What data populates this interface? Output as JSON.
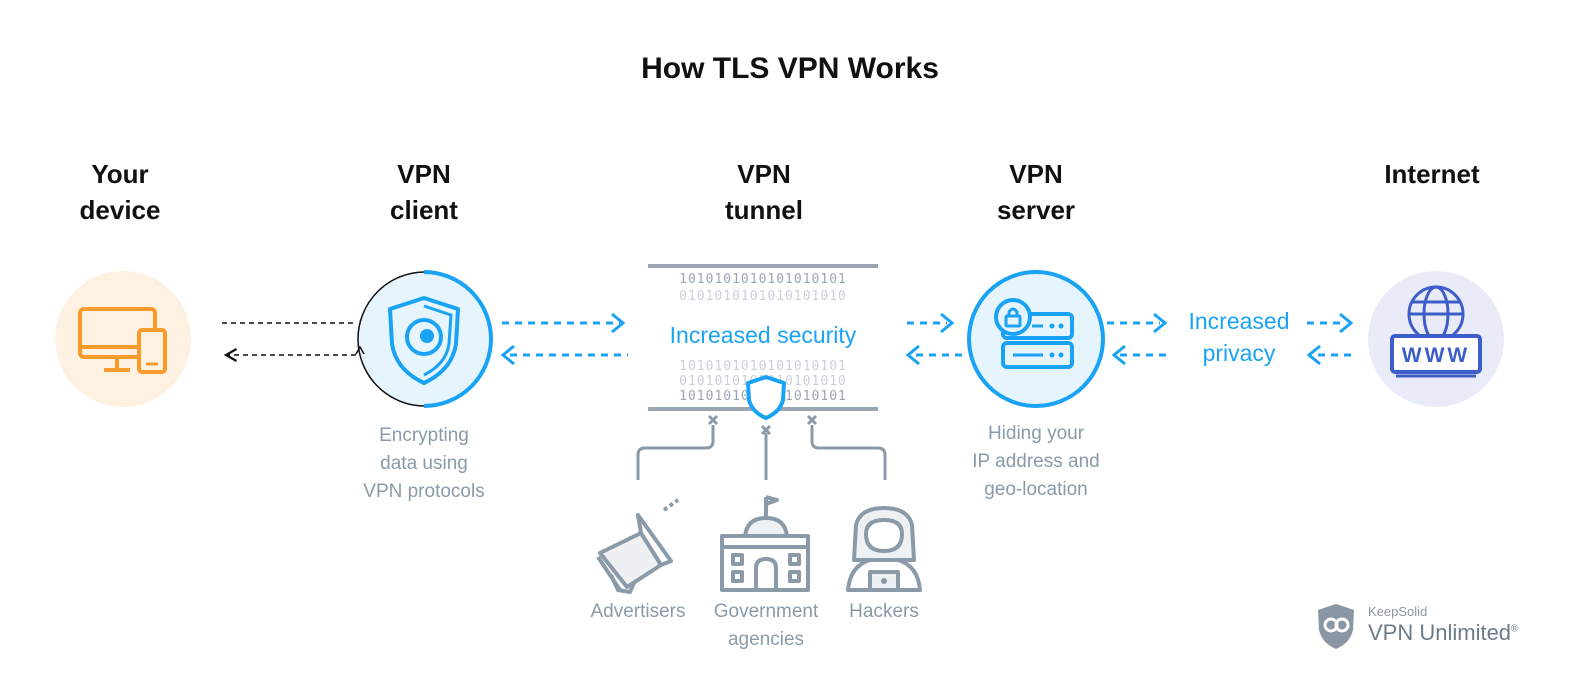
{
  "title": "How TLS VPN Works",
  "columns": [
    {
      "line1": "Your",
      "line2": "device"
    },
    {
      "line1": "VPN",
      "line2": "client"
    },
    {
      "line1": "VPN",
      "line2": "tunnel"
    },
    {
      "line1": "VPN",
      "line2": "server"
    },
    {
      "line1": "Internet",
      "line2": ""
    }
  ],
  "client_caption": [
    "Encrypting",
    "data using",
    "VPN protocols"
  ],
  "tunnel_label": "Increased security",
  "server_caption": [
    "Hiding your",
    "IP address and",
    "geo-location"
  ],
  "privacy_label": [
    "Increased",
    "privacy"
  ],
  "threats": [
    {
      "line1": "Advertisers",
      "line2": "",
      "icon": "megaphone-icon"
    },
    {
      "line1": "Government",
      "line2": "agencies",
      "icon": "government-building-icon"
    },
    {
      "line1": "Hackers",
      "line2": "",
      "icon": "hacker-icon"
    }
  ],
  "binary_rows": [
    "1010101010101010101",
    "0101010101010101010",
    "1010101010101010101",
    "0101010101010101010",
    "1010101010101010101"
  ],
  "www_text": "WWW",
  "brand": {
    "small": "KeepSolid",
    "big": "VPN Unlimited",
    "mark": "®"
  },
  "colors": {
    "blue": "#1aa3f5",
    "orange": "#f99a2c",
    "gray": "#8a9aa8",
    "navy": "#3d5ec9"
  }
}
